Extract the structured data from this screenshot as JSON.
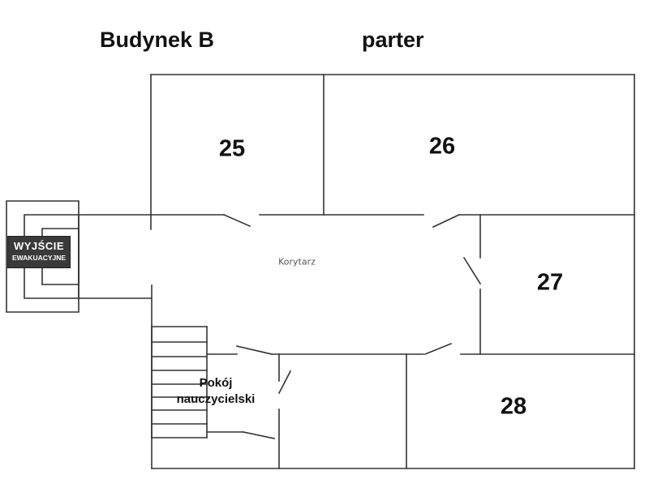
{
  "header": {
    "building": "Budynek B",
    "floor": "parter"
  },
  "rooms": {
    "r25": "25",
    "r26": "26",
    "r27": "27",
    "r28": "28"
  },
  "corridor_label": "Korytarz",
  "teachers_room": {
    "line1": "Pokój",
    "line2": "nauczycielski"
  },
  "exit_sign": {
    "line1": "WYJŚCIE",
    "line2": "EWAKUACYJNE"
  },
  "colors": {
    "wall": "#333333",
    "sign_bg": "#3a3a3a"
  }
}
